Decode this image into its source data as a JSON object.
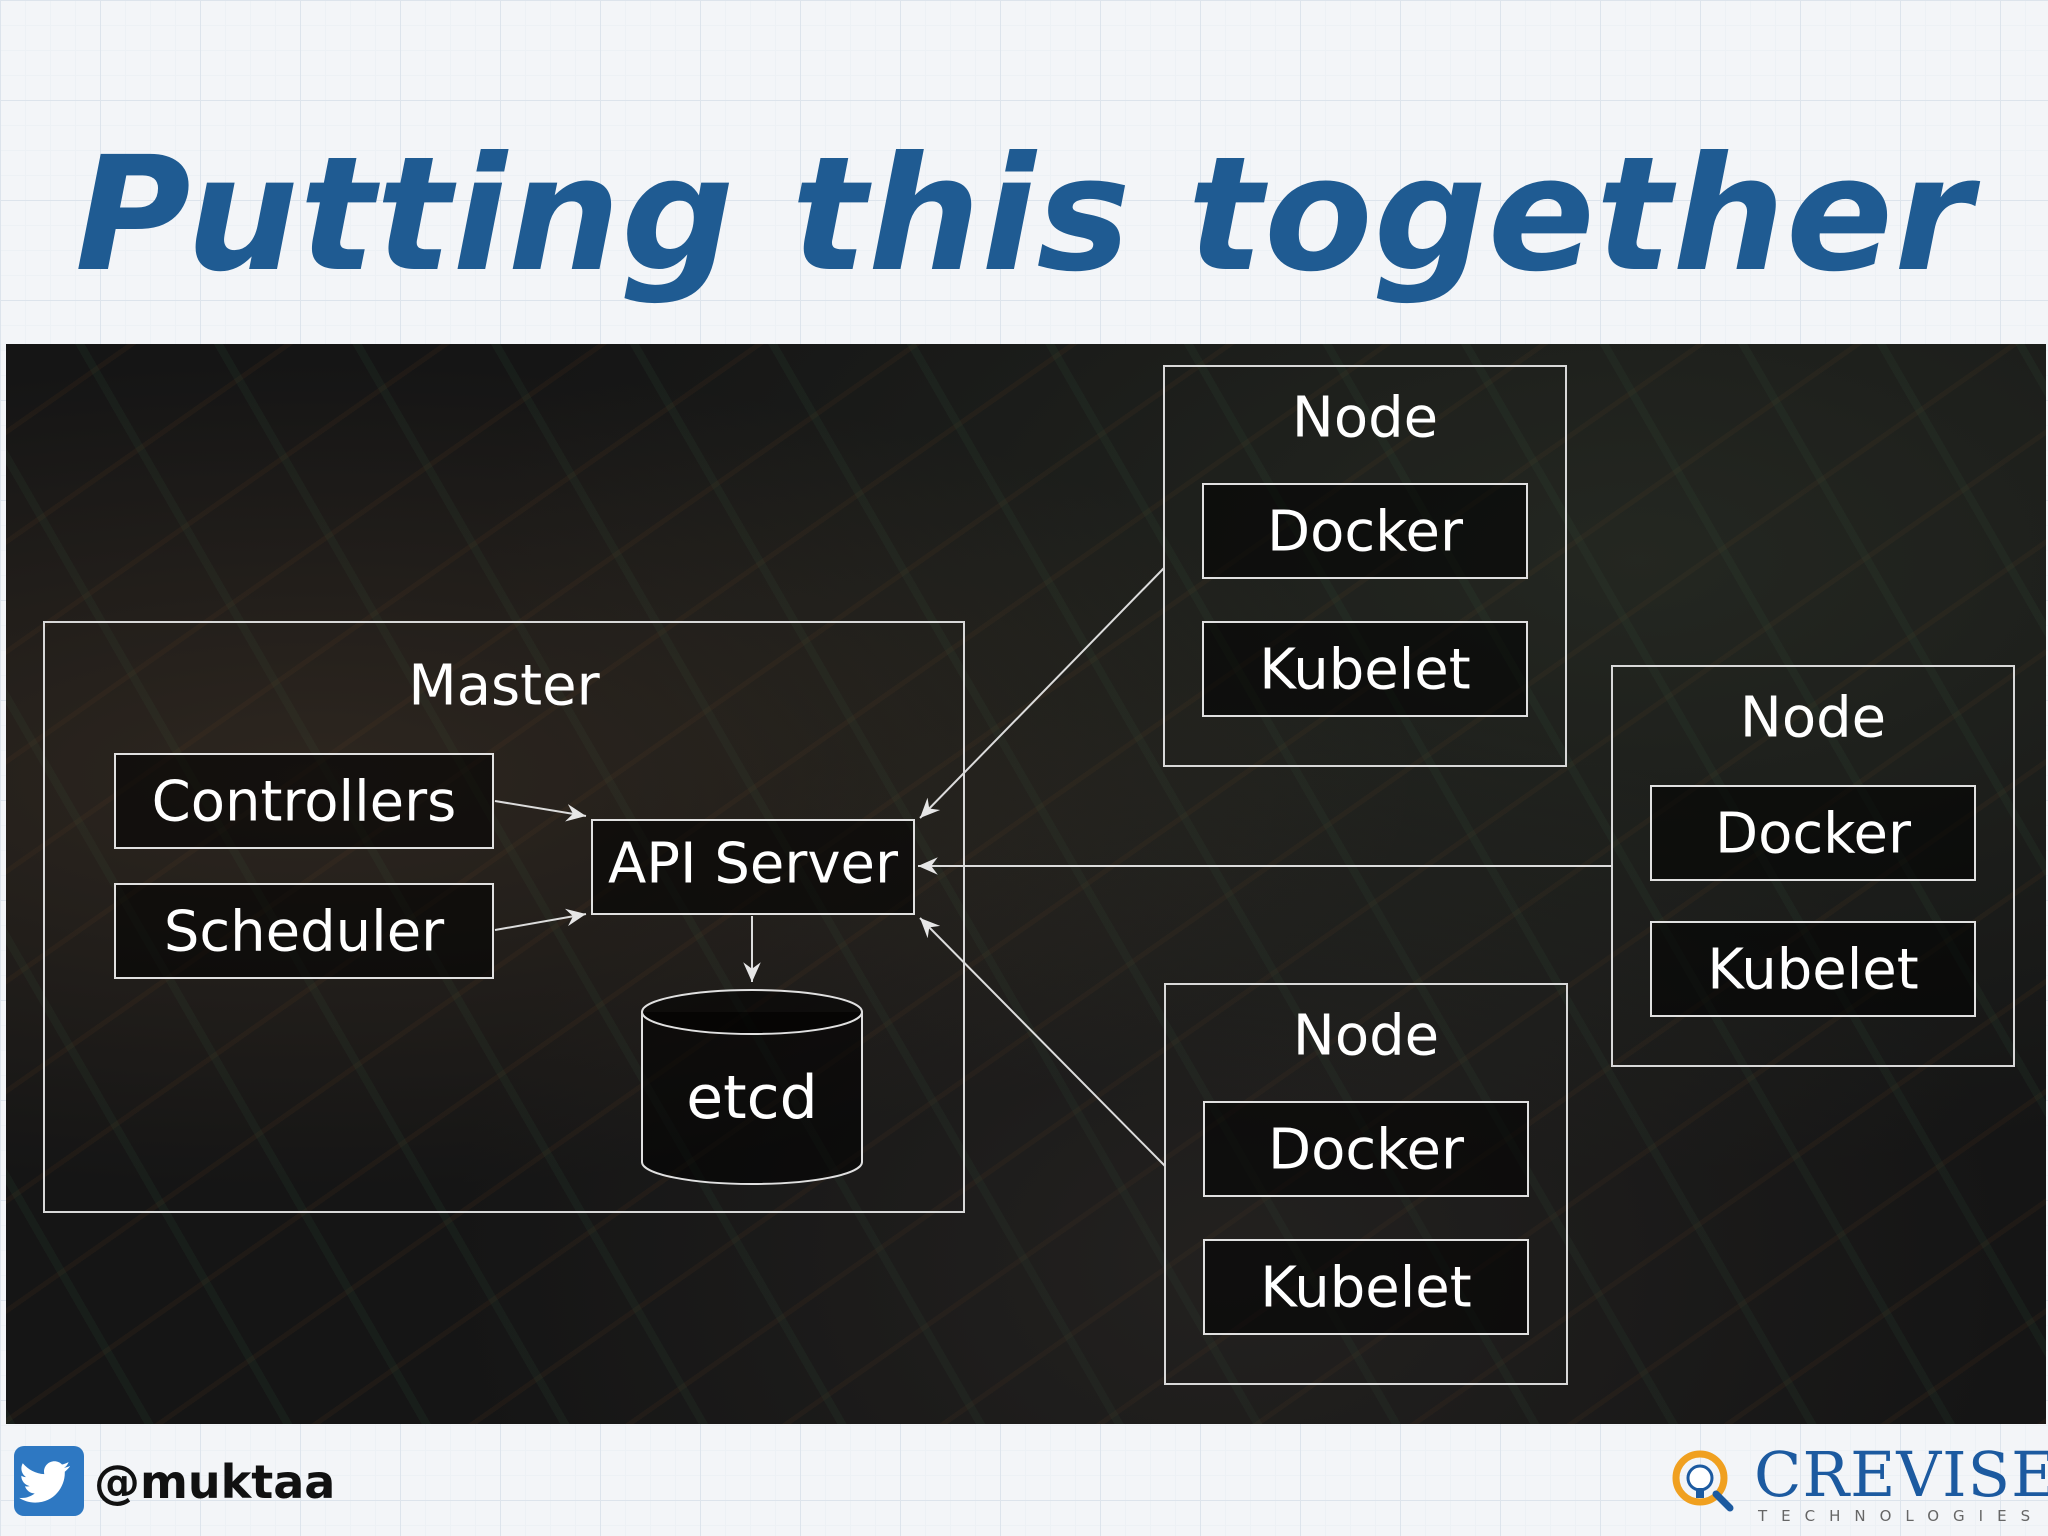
{
  "title": "Putting this together",
  "diagram": {
    "master": {
      "label": "Master",
      "components": [
        "Controllers",
        "Scheduler"
      ],
      "api_server": "API Server",
      "datastore": "etcd"
    },
    "nodes": [
      {
        "label": "Node",
        "components": [
          "Docker",
          "Kubelet"
        ]
      },
      {
        "label": "Node",
        "components": [
          "Docker",
          "Kubelet"
        ]
      },
      {
        "label": "Node",
        "components": [
          "Docker",
          "Kubelet"
        ]
      }
    ]
  },
  "footer": {
    "twitter_icon": "twitter-bird-icon",
    "handle": "@muktaa",
    "brand": "CREVISE",
    "brand_sub": "TECHNOLOGIES",
    "brand_color": "#1c5aa0"
  },
  "colors": {
    "title": "#1f5b92",
    "panel": "#151515",
    "lines": "#dcdcdc"
  }
}
